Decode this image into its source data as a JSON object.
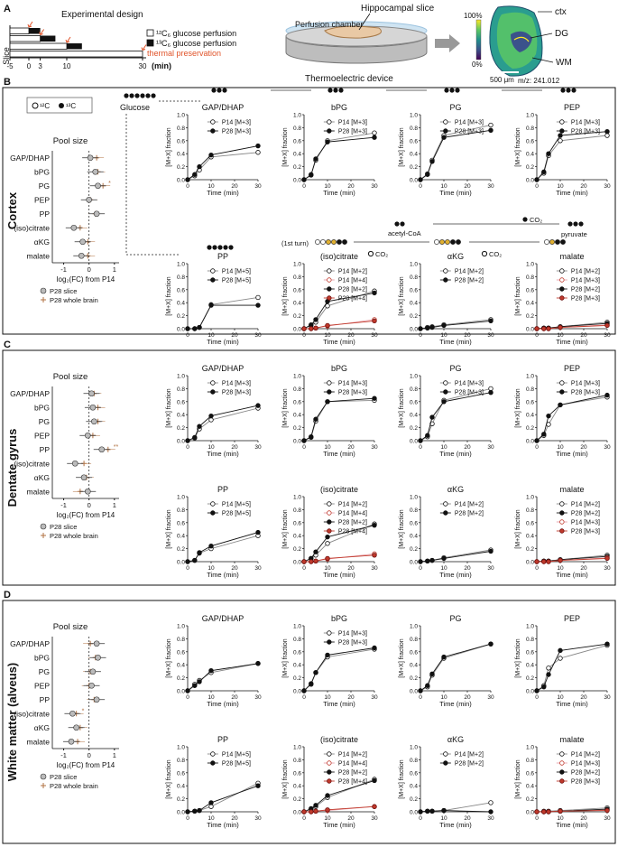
{
  "panel_A": {
    "letter": "A",
    "design_title": "Experimental design",
    "slice_label": "Slice",
    "legend": [
      {
        "text": "¹²C₆ glucose perfusion",
        "fill": "#ffffff",
        "color": "#111111"
      },
      {
        "text": "¹³C₆ glucose perfusion",
        "fill": "#111111",
        "color": "#111111"
      },
      {
        "text": "thermal preservation",
        "fill": "",
        "color": "#e0542a"
      }
    ],
    "time_ticks": [
      "-5",
      "0",
      "3",
      "10",
      "30"
    ],
    "time_unit": "(min)",
    "bars": [
      {
        "start": -5,
        "switch": 0
      },
      {
        "start": -5,
        "switch": 3
      },
      {
        "start": -5,
        "switch": 10
      },
      {
        "start": -5,
        "switch": 30
      }
    ],
    "perfusion_chamber": "Perfusion chamber",
    "hippocampal_slice": "Hippocampal slice",
    "thermo": "Thermoelectric device",
    "map_labels": {
      "ctx": "ctx",
      "dg": "DG",
      "wm": "WM"
    },
    "colorbar_max": "100%",
    "colorbar_min": "0%",
    "scalebar": "500 μm",
    "mz": "m/z: 241.012"
  },
  "panel_B": {
    "letter": "B",
    "region": "Cortex",
    "legend_12c": "¹²C",
    "legend_13c": "¹³C",
    "glucose": "Glucose",
    "pool_title": "Pool size",
    "pool_metabolites": [
      "GAP/DHAP",
      "bPG",
      "PG",
      "PEP",
      "PP",
      "(iso)citrate",
      "αKG",
      "malate"
    ],
    "pool_xlabel": "log₂(FC) from P14",
    "pool_legend": [
      "P28 slice",
      "P28 whole brain"
    ],
    "pool_xticks": [
      "-1",
      "0",
      "1"
    ],
    "pool_slice": [
      0.05,
      0.25,
      0.35,
      0.0,
      0.3,
      -0.6,
      -0.25,
      -0.3
    ],
    "pool_brain": [
      0.3,
      0.35,
      0.55,
      0.05,
      0.25,
      -0.35,
      -0.05,
      -0.05
    ],
    "pool_marks": [
      "",
      "",
      "*",
      "",
      "",
      "",
      "",
      ""
    ],
    "tca": {
      "acetyl": "acetyl-CoA",
      "first_turn": "(1st turn)",
      "co2": "CO₂",
      "pyruvate": "pyruvate"
    },
    "charts": [
      {
        "title": "GAP/DHAP",
        "series": [
          {
            "name": "P14 [M+3]",
            "filled": false,
            "y": [
              0,
              0.06,
              0.15,
              0.35,
              0.42
            ]
          },
          {
            "name": "P28 [M+3]",
            "filled": true,
            "y": [
              0,
              0.08,
              0.2,
              0.38,
              0.52
            ]
          }
        ]
      },
      {
        "title": "bPG",
        "series": [
          {
            "name": "P14 [M+3]",
            "filled": false,
            "y": [
              0,
              0.08,
              0.3,
              0.6,
              0.72
            ]
          },
          {
            "name": "P28 [M+3]",
            "filled": true,
            "y": [
              0,
              0.07,
              0.32,
              0.58,
              0.65
            ]
          }
        ]
      },
      {
        "title": "PG",
        "series": [
          {
            "name": "P14 [M+3]",
            "filled": false,
            "y": [
              0,
              0.09,
              0.3,
              0.68,
              0.84
            ]
          },
          {
            "name": "P28 [M+3]",
            "filled": true,
            "y": [
              0,
              0.08,
              0.28,
              0.65,
              0.76
            ]
          }
        ]
      },
      {
        "title": "PEP",
        "series": [
          {
            "name": "P14 [M+3]",
            "filled": false,
            "y": [
              0,
              0.1,
              0.37,
              0.6,
              0.68
            ]
          },
          {
            "name": "P28 [M+3]",
            "filled": true,
            "y": [
              0,
              0.12,
              0.4,
              0.68,
              0.74
            ]
          }
        ]
      },
      {
        "title": "PP",
        "series": [
          {
            "name": "P14 [M+5]",
            "filled": false,
            "y": [
              0,
              0,
              0.02,
              0.37,
              0.48
            ]
          },
          {
            "name": "P28 [M+5]",
            "filled": true,
            "y": [
              0,
              0,
              0.02,
              0.36,
              0.36
            ]
          }
        ]
      },
      {
        "title": "(iso)citrate",
        "series": [
          {
            "name": "P14 [M+2]",
            "filled": false,
            "y": [
              0,
              0.05,
              0.1,
              0.35,
              0.58
            ]
          },
          {
            "name": "P14 [M+4]",
            "filled": false,
            "y": [
              0,
              0,
              0.01,
              0.04,
              0.14
            ]
          },
          {
            "name": "P28 [M+2]",
            "filled": true,
            "y": [
              0,
              0.06,
              0.14,
              0.42,
              0.55
            ]
          },
          {
            "name": "P28 [M+4]",
            "filled": true,
            "y": [
              0,
              0,
              0.01,
              0.05,
              0.12
            ]
          }
        ]
      },
      {
        "title": "αKG",
        "series": [
          {
            "name": "P14 [M+2]",
            "filled": false,
            "y": [
              0,
              0.02,
              0.03,
              0.06,
              0.14
            ]
          },
          {
            "name": "P28 [M+2]",
            "filled": true,
            "y": [
              0,
              0.01,
              0.02,
              0.05,
              0.12
            ]
          }
        ]
      },
      {
        "title": "malate",
        "series": [
          {
            "name": "P14 [M+2]",
            "filled": false,
            "y": [
              0,
              0.01,
              0.01,
              0.03,
              0.1
            ]
          },
          {
            "name": "P14 [M+3]",
            "filled": false,
            "y": [
              0,
              0,
              0,
              0.02,
              0.06
            ]
          },
          {
            "name": "P28 [M+2]",
            "filled": true,
            "y": [
              0,
              0.01,
              0.01,
              0.03,
              0.08
            ]
          },
          {
            "name": "P28 [M+3]",
            "filled": true,
            "y": [
              0,
              0,
              0,
              0.02,
              0.05
            ]
          }
        ]
      }
    ]
  },
  "panel_C": {
    "letter": "C",
    "region": "Dentate gyrus",
    "pool_title": "Pool size",
    "pool_metabolites": [
      "GAP/DHAP",
      "bPG",
      "PG",
      "PEP",
      "PP",
      "(iso)citrate",
      "αKG",
      "malate"
    ],
    "pool_xlabel": "log₂(FC) from P14",
    "pool_legend": [
      "P28 slice",
      "P28 whole brain"
    ],
    "pool_xticks": [
      "-1",
      "0",
      "1"
    ],
    "pool_slice": [
      0.1,
      0.15,
      0.2,
      -0.05,
      0.5,
      -0.55,
      -0.2,
      -0.05
    ],
    "pool_brain": [
      0.2,
      0.35,
      0.35,
      0.15,
      0.75,
      -0.2,
      -0.1,
      -0.35
    ],
    "pool_marks": [
      "",
      "",
      "",
      "",
      "**",
      "",
      "",
      ""
    ],
    "charts": [
      {
        "title": "GAP/DHAP",
        "series": [
          {
            "name": "P14 [M+3]",
            "filled": false,
            "y": [
              0,
              0.04,
              0.18,
              0.32,
              0.5
            ]
          },
          {
            "name": "P28 [M+3]",
            "filled": true,
            "y": [
              0,
              0.05,
              0.22,
              0.38,
              0.54
            ]
          }
        ]
      },
      {
        "title": "bPG",
        "series": [
          {
            "name": "P14 [M+3]",
            "filled": false,
            "y": [
              0,
              0.05,
              0.3,
              0.6,
              0.62
            ]
          },
          {
            "name": "P28 [M+3]",
            "filled": true,
            "y": [
              0,
              0.06,
              0.33,
              0.6,
              0.65
            ]
          }
        ]
      },
      {
        "title": "PG",
        "series": [
          {
            "name": "P14 [M+3]",
            "filled": false,
            "y": [
              0,
              0.06,
              0.26,
              0.62,
              0.8
            ]
          },
          {
            "name": "P28 [M+3]",
            "filled": true,
            "y": [
              0,
              0.08,
              0.36,
              0.6,
              0.74
            ]
          }
        ]
      },
      {
        "title": "PEP",
        "series": [
          {
            "name": "P14 [M+3]",
            "filled": false,
            "y": [
              0,
              0.08,
              0.25,
              0.55,
              0.67
            ]
          },
          {
            "name": "P28 [M+3]",
            "filled": true,
            "y": [
              0,
              0.1,
              0.38,
              0.55,
              0.7
            ]
          }
        ]
      },
      {
        "title": "PP",
        "series": [
          {
            "name": "P14 [M+5]",
            "filled": false,
            "y": [
              0,
              0.02,
              0.13,
              0.2,
              0.4
            ]
          },
          {
            "name": "P28 [M+5]",
            "filled": true,
            "y": [
              0,
              0.02,
              0.14,
              0.24,
              0.45
            ]
          }
        ]
      },
      {
        "title": "(iso)citrate",
        "series": [
          {
            "name": "P14 [M+2]",
            "filled": false,
            "y": [
              0,
              0.05,
              0.1,
              0.28,
              0.58
            ]
          },
          {
            "name": "P14 [M+4]",
            "filled": false,
            "y": [
              0,
              0,
              0.01,
              0.04,
              0.12
            ]
          },
          {
            "name": "P28 [M+2]",
            "filled": true,
            "y": [
              0,
              0.05,
              0.15,
              0.38,
              0.56
            ]
          },
          {
            "name": "P28 [M+4]",
            "filled": true,
            "y": [
              0,
              0,
              0.01,
              0.05,
              0.1
            ]
          }
        ]
      },
      {
        "title": "αKG",
        "series": [
          {
            "name": "P14 [M+2]",
            "filled": false,
            "y": [
              0,
              0.01,
              0.02,
              0.06,
              0.18
            ]
          },
          {
            "name": "P28 [M+2]",
            "filled": true,
            "y": [
              0,
              0.01,
              0.02,
              0.05,
              0.16
            ]
          }
        ]
      },
      {
        "title": "malate",
        "series": [
          {
            "name": "P14 [M+2]",
            "filled": false,
            "y": [
              0,
              0.01,
              0.01,
              0.03,
              0.1
            ]
          },
          {
            "name": "P28 [M+2]",
            "filled": true,
            "y": [
              0,
              0.01,
              0.01,
              0.03,
              0.08
            ]
          },
          {
            "name": "P14 [M+3]",
            "filled": false,
            "y": [
              0,
              0,
              0,
              0.02,
              0.06
            ]
          },
          {
            "name": "P28 [M+3]",
            "filled": true,
            "y": [
              0,
              0,
              0,
              0.02,
              0.05
            ]
          }
        ]
      }
    ]
  },
  "panel_D": {
    "letter": "D",
    "region": "White matter (alveus)",
    "pool_title": "Pool size",
    "pool_metabolites": [
      "GAP/DHAP",
      "bPG",
      "PG",
      "PEP",
      "PP",
      "(iso)citrate",
      "αKG",
      "malate"
    ],
    "pool_xlabel": "log₂(FC) from P14",
    "pool_legend": [
      "P28 slice",
      "P28 whole brain"
    ],
    "pool_xticks": [
      "-1",
      "0",
      "1"
    ],
    "pool_slice": [
      0.3,
      0.35,
      0.15,
      0.1,
      0.3,
      -0.65,
      -0.5,
      -0.7
    ],
    "pool_brain": [
      0.05,
      0.25,
      0.05,
      0.0,
      0.2,
      -0.5,
      -0.35,
      -0.45
    ],
    "pool_marks": [
      "",
      "",
      "",
      "",
      "",
      "*",
      "",
      ""
    ],
    "charts": [
      {
        "title": "GAP/DHAP",
        "series": [
          {
            "name": "",
            "filled": false,
            "y": [
              0,
              0.1,
              0.16,
              0.28,
              0.42
            ]
          },
          {
            "name": "",
            "filled": true,
            "y": [
              0,
              0.08,
              0.14,
              0.31,
              0.42
            ]
          }
        ]
      },
      {
        "title": "bPG",
        "series": [
          {
            "name": "P14 [M+3]",
            "filled": false,
            "y": [
              0,
              0.1,
              0.28,
              0.52,
              0.64
            ]
          },
          {
            "name": "P28 [M+3]",
            "filled": true,
            "y": [
              0,
              0.11,
              0.28,
              0.55,
              0.66
            ]
          }
        ]
      },
      {
        "title": "PG",
        "series": [
          {
            "name": "",
            "filled": false,
            "y": [
              0,
              0.06,
              0.24,
              0.5,
              0.72
            ]
          },
          {
            "name": "",
            "filled": true,
            "y": [
              0,
              0.08,
              0.26,
              0.52,
              0.72
            ]
          }
        ]
      },
      {
        "title": "PEP",
        "series": [
          {
            "name": "",
            "filled": false,
            "y": [
              0,
              0.08,
              0.35,
              0.5,
              0.7
            ]
          },
          {
            "name": "",
            "filled": true,
            "y": [
              0,
              0.06,
              0.25,
              0.62,
              0.72
            ]
          }
        ]
      },
      {
        "title": "PP",
        "series": [
          {
            "name": "P14 [M+5]",
            "filled": false,
            "y": [
              0,
              0.01,
              0.02,
              0.08,
              0.44
            ]
          },
          {
            "name": "P28 [M+5]",
            "filled": true,
            "y": [
              0,
              0.01,
              0.02,
              0.14,
              0.4
            ]
          }
        ]
      },
      {
        "title": "(iso)citrate",
        "series": [
          {
            "name": "P14 [M+2]",
            "filled": false,
            "y": [
              0,
              0.04,
              0.08,
              0.22,
              0.5
            ]
          },
          {
            "name": "P14 [M+4]",
            "filled": false,
            "y": [
              0,
              0,
              0.01,
              0.02,
              0.08
            ]
          },
          {
            "name": "P28 [M+2]",
            "filled": true,
            "y": [
              0,
              0.05,
              0.1,
              0.25,
              0.48
            ]
          },
          {
            "name": "P28 [M+4]",
            "filled": true,
            "y": [
              0,
              0,
              0.01,
              0.03,
              0.08
            ]
          }
        ]
      },
      {
        "title": "αKG",
        "series": [
          {
            "name": "P14 [M+2]",
            "filled": false,
            "y": [
              0,
              0.01,
              0.01,
              0.02,
              0.14
            ]
          },
          {
            "name": "P28 [M+2]",
            "filled": true,
            "y": [
              0,
              0.01,
              0.01,
              0.02,
              0.0
            ]
          }
        ]
      },
      {
        "title": "malate",
        "series": [
          {
            "name": "P14 [M+2]",
            "filled": false,
            "y": [
              0,
              0.01,
              0.01,
              0.02,
              0.06
            ]
          },
          {
            "name": "P14 [M+3]",
            "filled": false,
            "y": [
              0,
              0,
              0,
              0.01,
              0.03
            ]
          },
          {
            "name": "P28 [M+2]",
            "filled": true,
            "y": [
              0,
              0,
              0,
              0.01,
              0.04
            ]
          },
          {
            "name": "P28 [M+3]",
            "filled": true,
            "y": [
              0,
              0,
              0,
              0.01,
              0.02
            ]
          }
        ]
      }
    ]
  },
  "axes": {
    "time_label": "Time (min)",
    "y_label": "[M+X] fraction",
    "x": [
      0,
      3,
      5,
      10,
      30
    ],
    "xticks": [
      "0",
      "10",
      "20",
      "30"
    ],
    "yticks": [
      "0.0",
      "0.2",
      "0.4",
      "0.6",
      "0.8",
      "1.0"
    ],
    "ylim": [
      0,
      1
    ],
    "xlim": [
      0,
      30
    ]
  },
  "chart_data": [
    {
      "type": "line",
      "title": "Cortex",
      "xlabel": "Time (min)",
      "ylabel": "[M+X] fraction",
      "x": [
        0,
        3,
        5,
        10,
        30
      ],
      "ylim": [
        0,
        1
      ],
      "note": "see panel_B.charts"
    },
    {
      "type": "line",
      "title": "Dentate gyrus",
      "xlabel": "Time (min)",
      "ylabel": "[M+X] fraction",
      "x": [
        0,
        3,
        5,
        10,
        30
      ],
      "ylim": [
        0,
        1
      ],
      "note": "see panel_C.charts"
    },
    {
      "type": "line",
      "title": "White matter (alveus)",
      "xlabel": "Time (min)",
      "ylabel": "[M+X] fraction",
      "x": [
        0,
        3,
        5,
        10,
        30
      ],
      "ylim": [
        0,
        1
      ],
      "note": "see panel_D.charts"
    }
  ],
  "colors": {
    "p14_open": "#ffffff",
    "p28": "#111111",
    "red_series": "#c0392b",
    "pink_series": "#e8a0a8",
    "orange": "#e0542a",
    "brain": "#b07040",
    "grey_dot": "#bbbbbb"
  }
}
